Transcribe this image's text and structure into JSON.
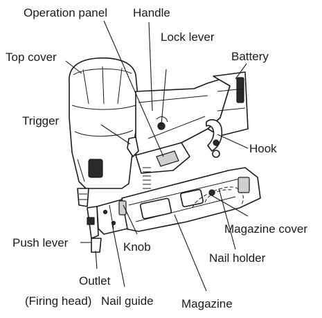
{
  "labels": {
    "operation_panel": "Operation panel",
    "handle": "Handle",
    "lock_lever": "Lock lever",
    "top_cover": "Top cover",
    "battery": "Battery",
    "trigger": "Trigger",
    "hook": "Hook",
    "magazine_cover": "Magazine cover",
    "push_lever": "Push lever",
    "knob": "Knob",
    "nail_holder": "Nail holder",
    "outlet_line1": "Outlet",
    "outlet_line2": "(Firing head)",
    "nail_guide": "Nail guide",
    "magazine": "Magazine"
  }
}
